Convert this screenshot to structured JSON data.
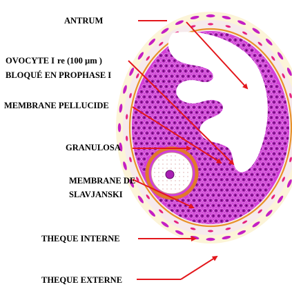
{
  "labels": {
    "antrum": "ANTRUM",
    "ovocyte_line1": "OVOCYTE I",
    "ovocyte_re": "re",
    "ovocyte_size": " (100 µm )",
    "ovocyte_line2": "BLOQUÉ EN PROPHASE I",
    "membrane_pellucide": "MEMBRANE PELLUCIDE",
    "granulosa": "GRANULOSA",
    "slavjanski_line1": "MEMBRANE DE",
    "slavjanski_line2": "SLAVJANSKI",
    "theque_interne": "THEQUE INTERNE",
    "theque_externe": "THEQUE EXTERNE"
  },
  "colors": {
    "background": "#ffffff",
    "theque_externe_bg": "#fcf4d8",
    "theque_externe_cells": "#c41fc4",
    "theque_interne_bg": "#f6eaec",
    "theque_interne_cells": "#e6227e",
    "slavjanski_ring": "#e8912a",
    "granulosa_fill": "#d23fd8",
    "granulosa_cell": "#a920b4",
    "nucleus": "#5a0a62",
    "antrum": "#ffffff",
    "pellucide": "#e07a2a",
    "oocyte": "#ffffff",
    "arrows": "#e3161b",
    "label_text": "#000000"
  }
}
